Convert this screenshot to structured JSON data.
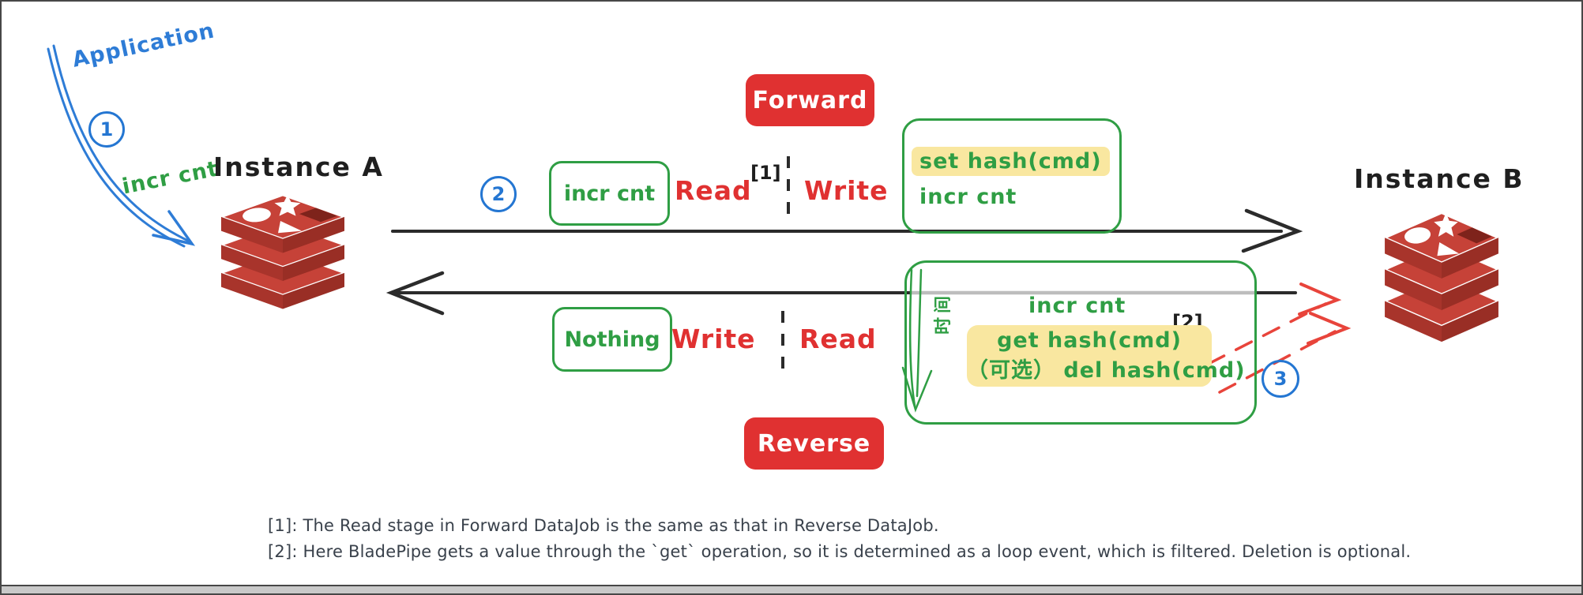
{
  "application": {
    "label": "Application",
    "step": "1",
    "command": "incr cnt"
  },
  "instances": {
    "a": "Instance A",
    "b": "Instance B"
  },
  "forward": {
    "badge": "Forward",
    "step": "2",
    "stage_box": "incr cnt",
    "read": "Read",
    "ref": "[1]",
    "write": "Write",
    "cmd_highlighted": "set hash(cmd)",
    "cmd_plain": "incr cnt"
  },
  "reverse": {
    "badge": "Reverse",
    "nothing": "Nothing",
    "write": "Write",
    "read": "Read",
    "time": "时间",
    "cmd_plain": "incr cnt",
    "ref": "[2]",
    "cmd_get": "get hash(cmd)",
    "cmd_del": "（可选） del hash(cmd)",
    "step": "3"
  },
  "notes": [
    "[1]:  The Read stage in Forward DataJob is the same as that in Reverse DataJob.",
    "[2]: Here BladePipe gets a value through the `get` operation, so it is determined as a loop event, which is filtered. Deletion is optional."
  ],
  "colors": {
    "red": "#e03131",
    "green": "#2f9e44",
    "blue": "#2476d2",
    "yellow": "#f9e7a0",
    "ink": "#1e1e1e"
  }
}
